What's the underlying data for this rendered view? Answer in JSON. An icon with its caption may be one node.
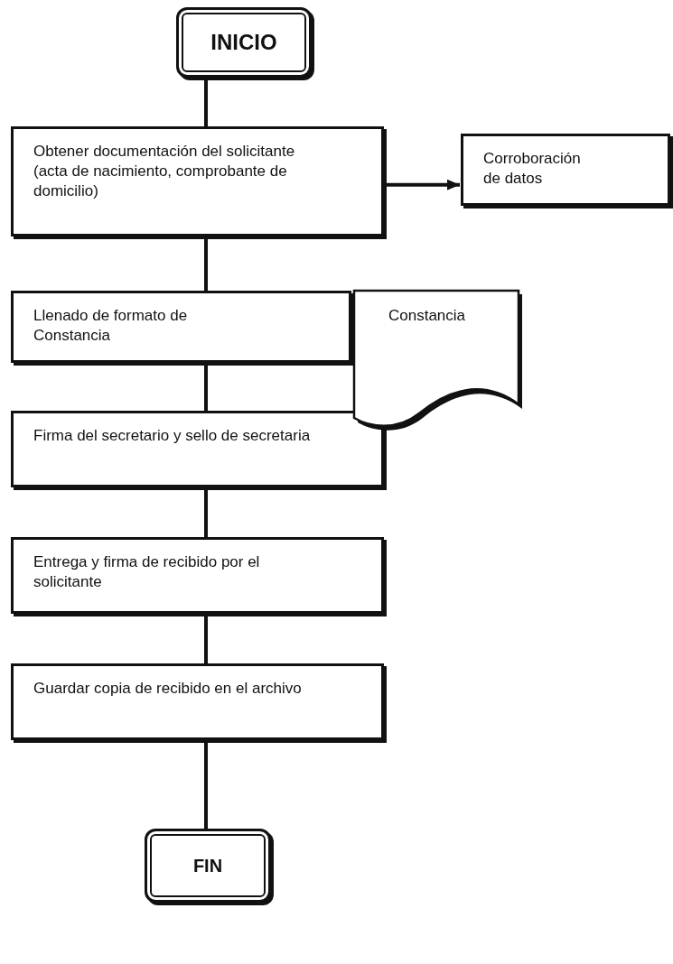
{
  "diagram": {
    "nodes": [
      {
        "text": [
          "INICIO"
        ]
      },
      {
        "text": [
          "Obtener documentación del solicitante (acta de nacimiento, comprobante de domicilio)"
        ]
      },
      {
        "text": [
          "Corroboración de datos"
        ]
      },
      {
        "text": [
          "Llenado de formato de Constancia"
        ]
      },
      {
        "text": [
          "Constancia"
        ]
      },
      {
        "text": [
          "Firma del secretario y sello de secretaria"
        ]
      },
      {
        "text": [
          "Entrega y firma de recibido por el solicitante"
        ]
      },
      {
        "text": [
          "Guardar copia de recibido en el archivo"
        ]
      },
      {
        "text": [
          "FIN"
        ]
      }
    ],
    "edges": [
      {
        "from": 0,
        "to": 1,
        "arrow": "none"
      },
      {
        "from": 1,
        "to": 2,
        "arrow": "to"
      },
      {
        "from": 1,
        "to": 3,
        "arrow": "none"
      },
      {
        "from": 3,
        "to": 5,
        "arrow": "none"
      },
      {
        "from": 5,
        "to": 6,
        "arrow": "none"
      },
      {
        "from": 6,
        "to": 7,
        "arrow": "none"
      },
      {
        "from": 7,
        "to": 8,
        "arrow": "none"
      }
    ]
  }
}
